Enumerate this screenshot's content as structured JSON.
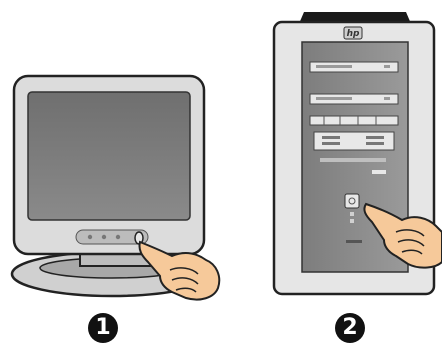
{
  "steps": [
    {
      "number": "1",
      "subject": "monitor-power-button"
    },
    {
      "number": "2",
      "subject": "computer-power-button"
    }
  ],
  "tower": {
    "logo_text": "hp"
  },
  "colors": {
    "bezel": "#dcdcdc",
    "screen": "#7a7a7a",
    "tower_front": "#8c8c8c",
    "tower_shell": "#e6e6e6",
    "hand": "#f6c99a",
    "badge": "#111111"
  }
}
